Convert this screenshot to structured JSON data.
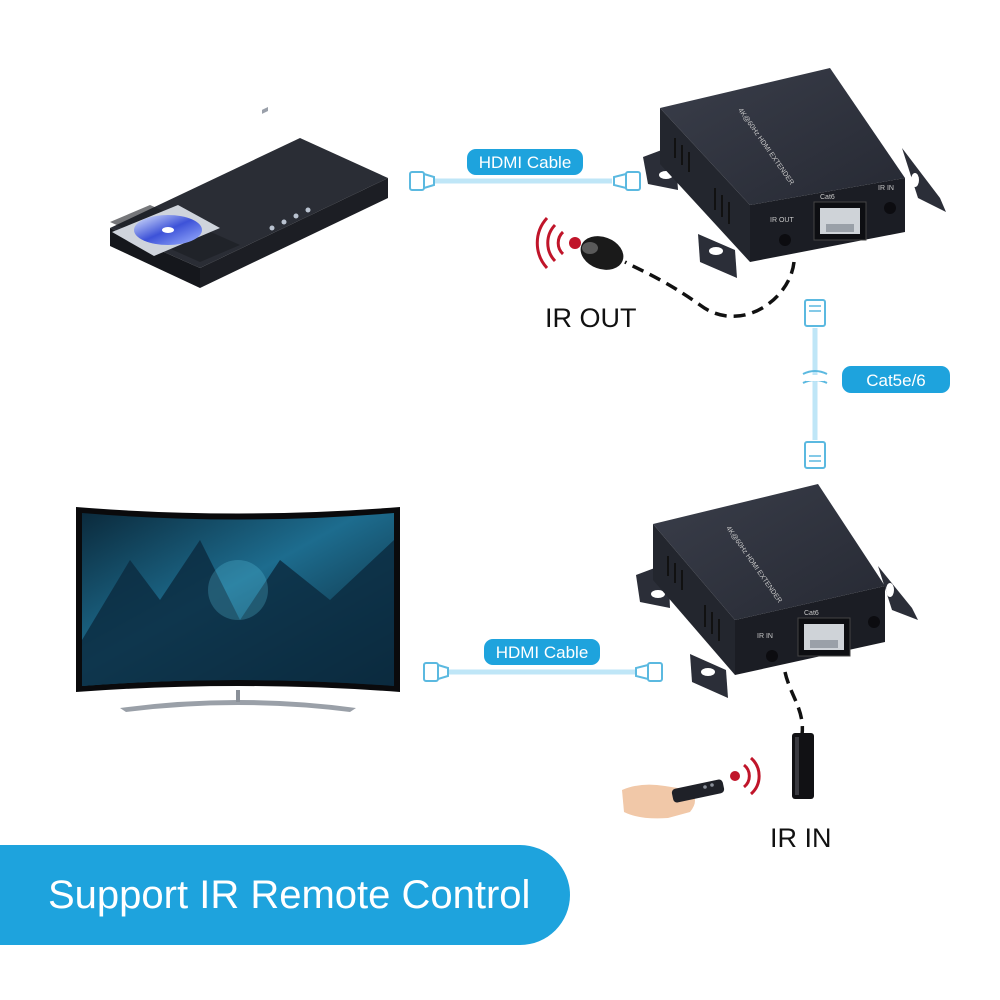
{
  "labels": {
    "hdmi_cable_top": "HDMI Cable",
    "hdmi_cable_bottom": "HDMI Cable",
    "cat_cable": "Cat5e/6",
    "ir_out": "IR OUT",
    "ir_in": "IR IN"
  },
  "device_print": {
    "tx_title": "4K@60Hz HDMI EXTENDER",
    "rx_title": "4K@60Hz HDMI EXTENDER",
    "port_cat": "Cat6",
    "port_ir_out": "IR OUT",
    "port_ir_in": "IR IN"
  },
  "banner": {
    "text": "Support IR Remote Control"
  },
  "colors": {
    "accent": "#1ea3dd",
    "cable": "#bfe6f7",
    "device": "#2c2f3a",
    "ir_signal": "#c0152a"
  }
}
